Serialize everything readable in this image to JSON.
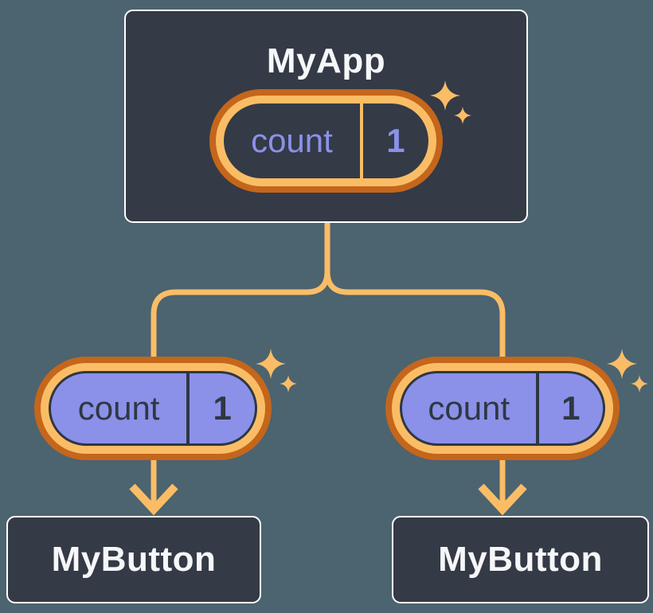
{
  "colors": {
    "background": "#4C6370",
    "card_bg": "#343A46",
    "card_border": "#FFFFFF",
    "card_text": "#F6F7F9",
    "orange_dark": "#C4661B",
    "orange_light": "#FABD66",
    "purple": "#8B91E9",
    "dark_text": "#2F3742"
  },
  "root_card": {
    "title": "MyApp",
    "state_pill": {
      "label": "count",
      "value": "1"
    }
  },
  "child_cards": [
    {
      "title": "MyButton",
      "state_pill": {
        "label": "count",
        "value": "1"
      }
    },
    {
      "title": "MyButton",
      "state_pill": {
        "label": "count",
        "value": "1"
      }
    }
  ]
}
